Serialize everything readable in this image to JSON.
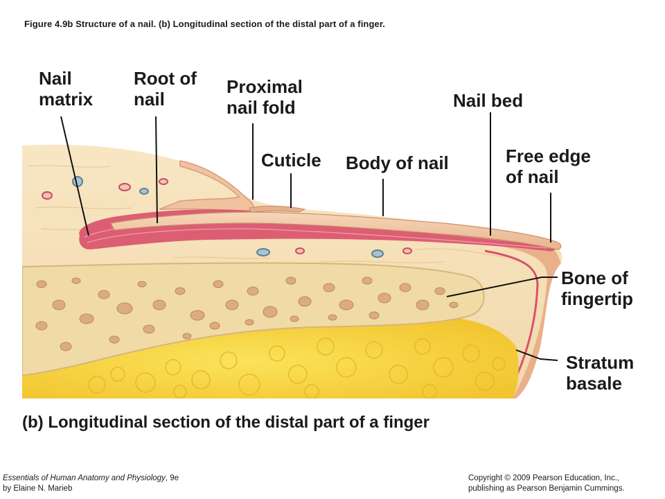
{
  "figure_caption": "Figure 4.9b  Structure of a nail. (b) Longitudinal section of the distal part of a finger.",
  "labels": {
    "nail_matrix": [
      "Nail",
      "matrix"
    ],
    "root_of_nail": [
      "Root of",
      "nail"
    ],
    "proximal_nail_fold": [
      "Proximal",
      "nail fold"
    ],
    "nail_bed": [
      "Nail bed"
    ],
    "cuticle": [
      "Cuticle"
    ],
    "body_of_nail": [
      "Body of nail"
    ],
    "free_edge_of_nail": [
      "Free edge",
      "of nail"
    ],
    "bone_of_fingertip": [
      "Bone of",
      "fingertip"
    ],
    "stratum_basale": [
      "Stratum",
      "basale"
    ]
  },
  "sub_caption": "(b) Longitudinal section of the distal part of a finger",
  "footer": {
    "book_title": "Essentials of Human Anatomy and Physiology",
    "edition": ", 9e",
    "author": "by Elaine N. Marieb",
    "copyright_line1": "Copyright © 2009 Pearson Education, Inc.,",
    "copyright_line2": "publishing as Pearson Benjamin Cummings."
  },
  "colors": {
    "nail_pink": "#d9506a",
    "dermis": "#f3dcae",
    "bone": "#efd9a3",
    "fat": "#f4cf3a",
    "nail_plate": "#f1c9a6"
  }
}
